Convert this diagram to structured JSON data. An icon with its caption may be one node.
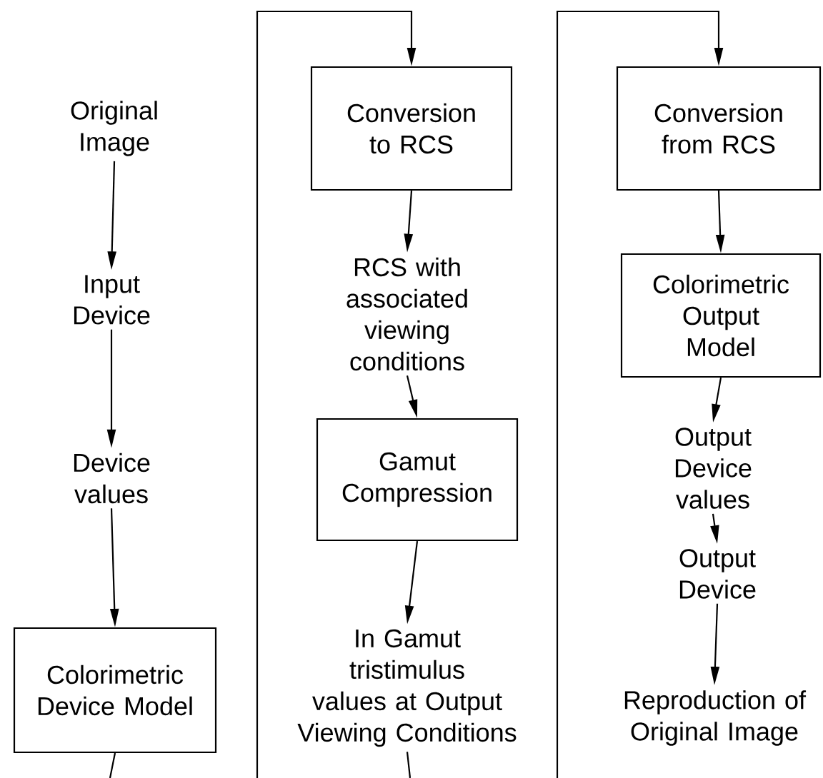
{
  "diagram": {
    "nodes": [
      {
        "text": [
          "Original Image"
        ]
      },
      {
        "text": [
          "Input Device"
        ]
      },
      {
        "text": [
          "Device values"
        ]
      },
      {
        "text": [
          "Colorimetric Device Model"
        ]
      },
      {
        "text": [
          "Conversion to RCS"
        ]
      },
      {
        "text": [
          "RCS with associated viewing conditions"
        ]
      },
      {
        "text": [
          "Gamut Compression"
        ]
      },
      {
        "text": [
          "In Gamut tristimulus values at Output Viewing Conditions"
        ]
      },
      {
        "text": [
          "Conversion from RCS"
        ]
      },
      {
        "text": [
          "Colorimetric Output Model"
        ]
      },
      {
        "text": [
          "Output Device values"
        ]
      },
      {
        "text": [
          "Output Device"
        ]
      },
      {
        "text": [
          "Reproduction of Original Image"
        ]
      }
    ],
    "edges": [
      {
        "from": 0,
        "to": 1,
        "arrow": "to"
      },
      {
        "from": 1,
        "to": 2,
        "arrow": "to"
      },
      {
        "from": 2,
        "to": 3,
        "arrow": "to"
      },
      {
        "from": 3,
        "to": null,
        "arrow": "none"
      },
      {
        "from": null,
        "to": 4,
        "arrow": "to"
      },
      {
        "from": 4,
        "to": 5,
        "arrow": "to"
      },
      {
        "from": 5,
        "to": 6,
        "arrow": "to"
      },
      {
        "from": 6,
        "to": 7,
        "arrow": "to"
      },
      {
        "from": 7,
        "to": null,
        "arrow": "none"
      },
      {
        "from": null,
        "to": 8,
        "arrow": "to"
      },
      {
        "from": 8,
        "to": 9,
        "arrow": "to"
      },
      {
        "from": 9,
        "to": 10,
        "arrow": "to"
      },
      {
        "from": 10,
        "to": 11,
        "arrow": "to"
      },
      {
        "from": 11,
        "to": 12,
        "arrow": "to"
      }
    ]
  }
}
